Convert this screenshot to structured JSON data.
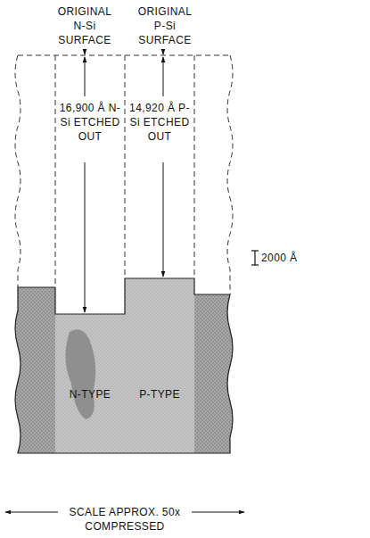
{
  "diagram": {
    "nodes": [
      {
        "text": [
          "16,900 Å N-Si ETCHED OUT"
        ]
      },
      {
        "text": [
          "14,920 Å P-Si ETCHED OUT"
        ]
      },
      {
        "text": [
          "N-TYPE"
        ]
      },
      {
        "text": [
          "P-TYPE"
        ]
      }
    ],
    "labels": [
      "ORIGINAL N-Si SURFACE",
      "ORIGINAL P-Si SURFACE",
      "2000 Å",
      "SCALE APPROX. 50x COMPRESSED"
    ]
  }
}
